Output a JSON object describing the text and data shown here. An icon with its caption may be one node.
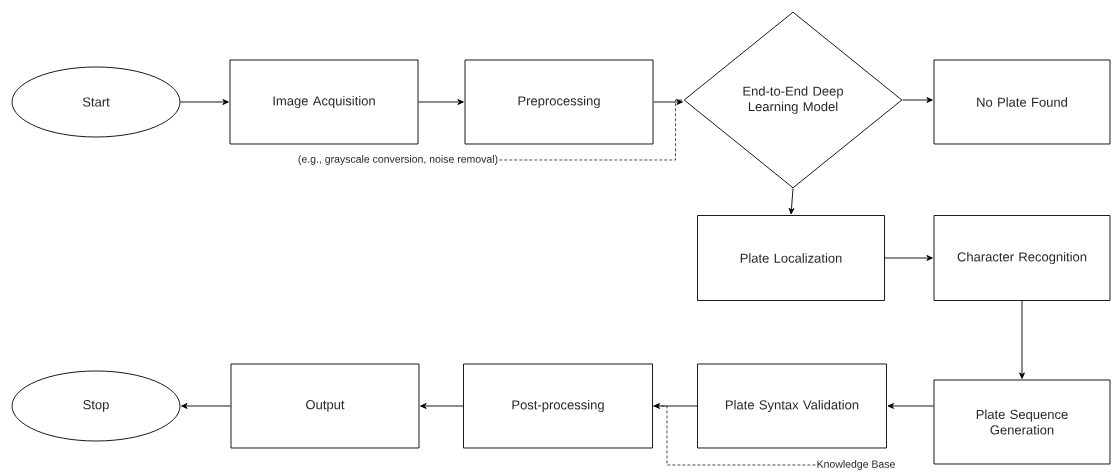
{
  "diagram": {
    "nodes": [
      {
        "text": [
          "Start"
        ]
      },
      {
        "text": [
          "Image Acquisition"
        ]
      },
      {
        "text": [
          "Preprocessing"
        ]
      },
      {
        "text": [
          "End-to-End Deep Learning Model"
        ]
      },
      {
        "text": [
          "No Plate Found"
        ]
      },
      {
        "text": [
          "Plate Localization"
        ]
      },
      {
        "text": [
          "Character Recognition"
        ]
      },
      {
        "text": [
          "Plate Sequence Generation"
        ]
      },
      {
        "text": [
          "Plate Syntax Validation"
        ]
      },
      {
        "text": [
          "Post-processing"
        ]
      },
      {
        "text": [
          "Output"
        ]
      },
      {
        "text": [
          "Stop"
        ]
      },
      {
        "text": [
          "(e.g., grayscale conversion, noise removal)"
        ]
      },
      {
        "text": [
          "Knowledge Base"
        ]
      }
    ],
    "edges": [
      {
        "from": 0,
        "to": 1,
        "arrow": "to"
      },
      {
        "from": 1,
        "to": 2,
        "arrow": "to"
      },
      {
        "from": 2,
        "to": 3,
        "arrow": "to"
      },
      {
        "from": 3,
        "to": 4,
        "arrow": "to"
      },
      {
        "from": 3,
        "to": 5,
        "arrow": "to"
      },
      {
        "from": 5,
        "to": 6,
        "arrow": "to"
      },
      {
        "from": 6,
        "to": 7,
        "arrow": "to"
      },
      {
        "from": 7,
        "to": 8,
        "arrow": "to"
      },
      {
        "from": 8,
        "to": 9,
        "arrow": "to"
      },
      {
        "from": 9,
        "to": 10,
        "arrow": "to"
      },
      {
        "from": 10,
        "to": 11,
        "arrow": "to"
      },
      {
        "from": 12,
        "to": 3,
        "arrow": "none",
        "style": "dashed"
      },
      {
        "from": 13,
        "to": 9,
        "arrow": "none",
        "style": "dashed"
      }
    ]
  }
}
